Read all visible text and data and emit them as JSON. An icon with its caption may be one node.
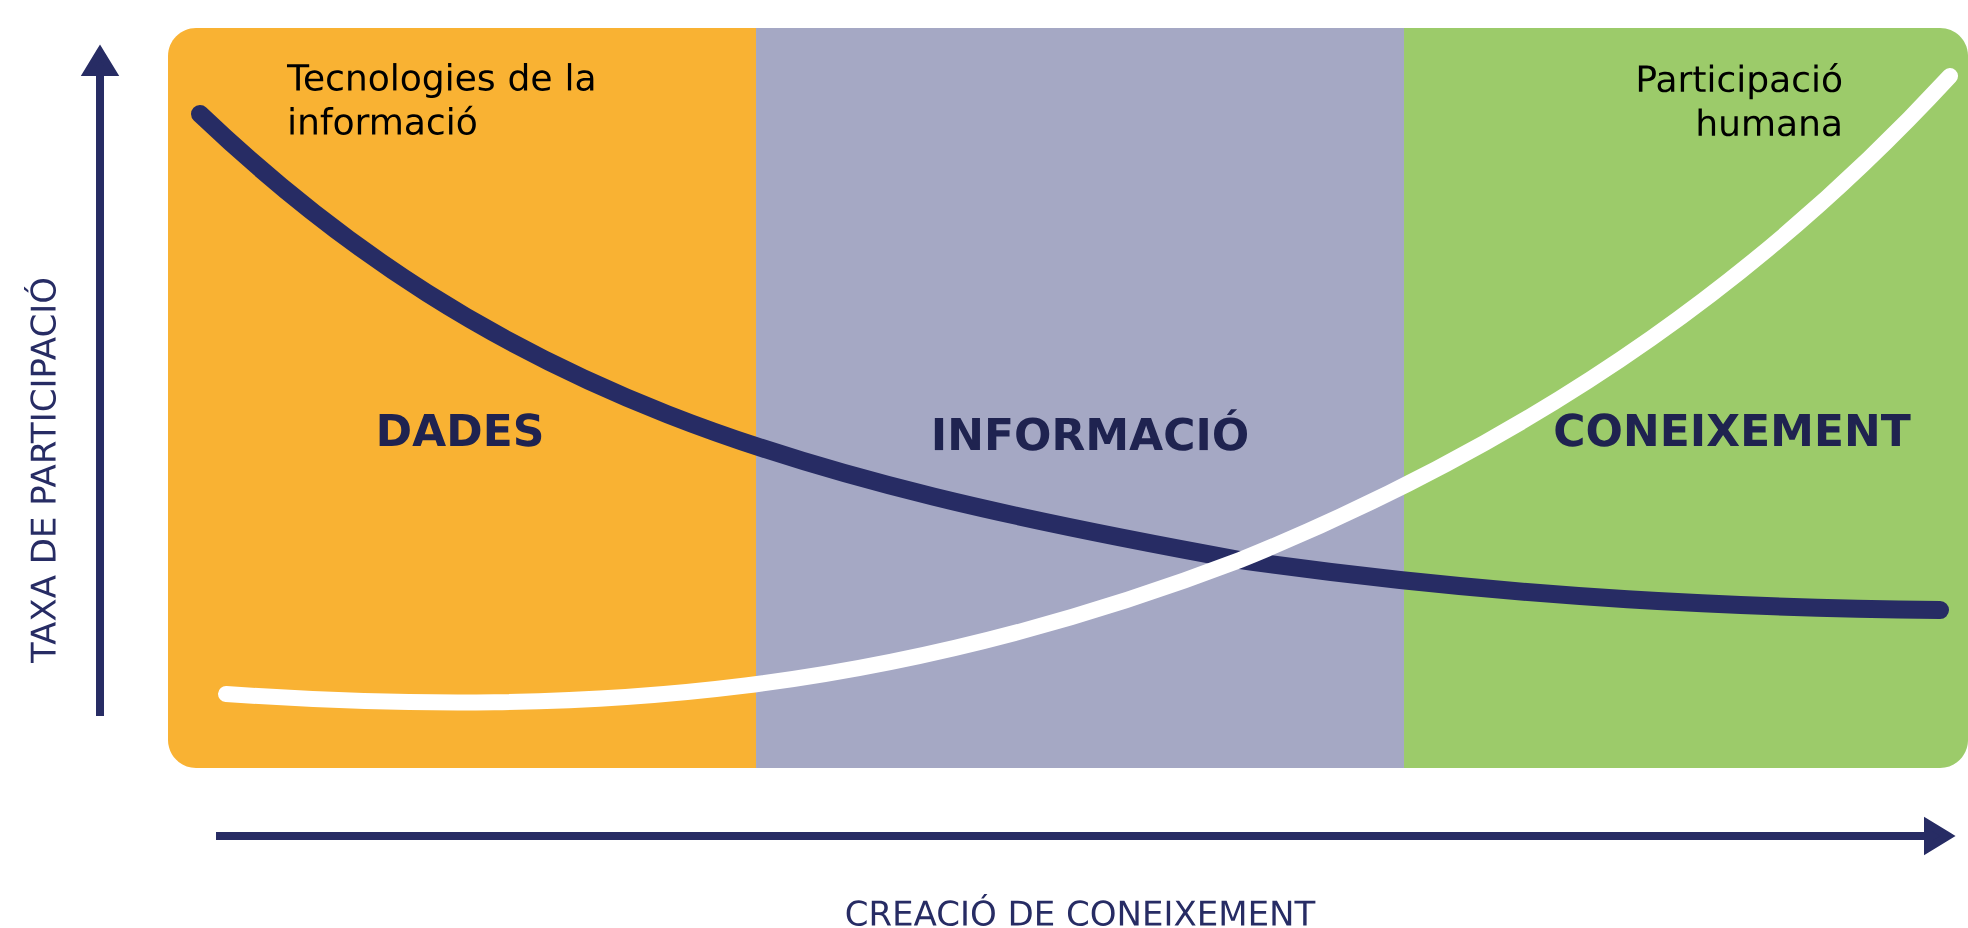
{
  "diagram": {
    "nodes": [
      {
        "text": [
          "DADES"
        ]
      },
      {
        "text": [
          "INFORMACIÓ"
        ]
      },
      {
        "text": [
          "CONEIXEMENT"
        ]
      }
    ],
    "labels": [
      "Tecnologies de la informació",
      "Participació humana",
      "TAXA DE PARTICIPACIÓ",
      "CREACIÓ DE CONEIXEMENT"
    ]
  }
}
